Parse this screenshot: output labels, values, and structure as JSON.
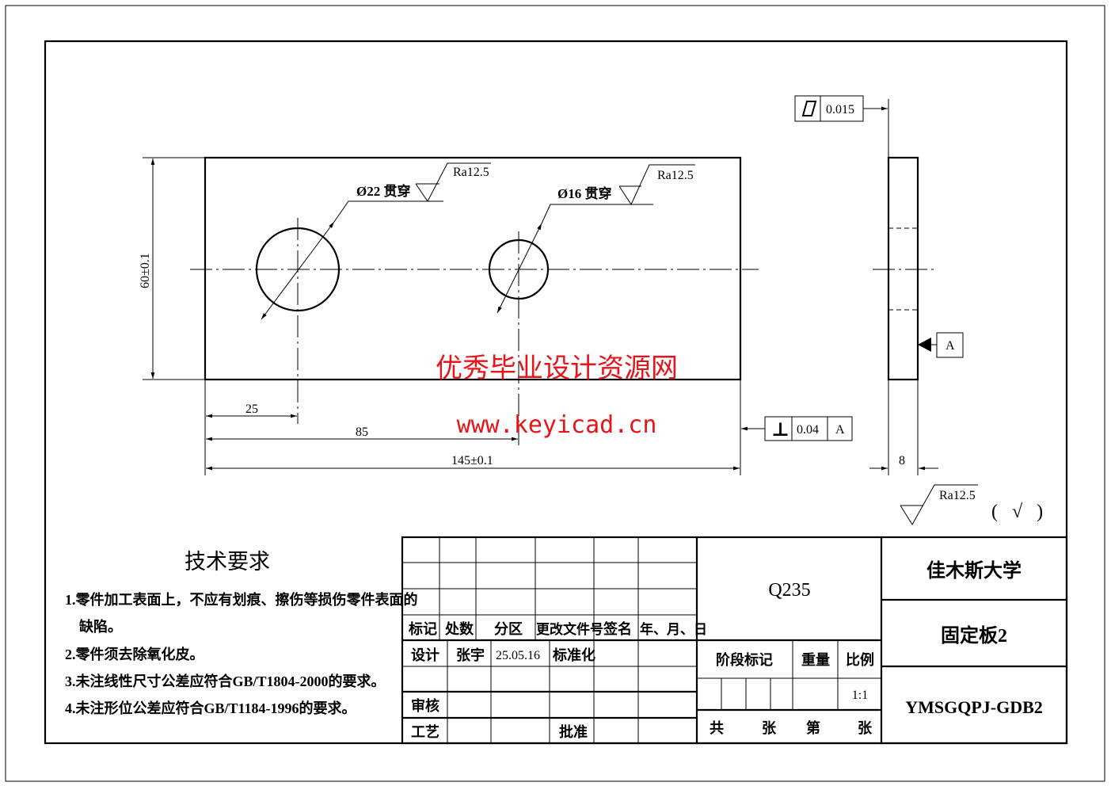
{
  "drawing": {
    "hole1": {
      "label": "Ø22 贯穿",
      "roughness": "Ra12.5"
    },
    "hole2": {
      "label": "Ø16 贯穿",
      "roughness": "Ra12.5"
    },
    "dims": {
      "height": "60±0.1",
      "d25": "25",
      "d85": "85",
      "length": "145±0.1",
      "thickness": "8"
    },
    "flatness": {
      "symbol": "▱",
      "value": "0.015"
    },
    "perpendicularity": {
      "symbol": "⊥",
      "value": "0.04",
      "datum": "A"
    },
    "datum": "A",
    "general_roughness": {
      "value": "Ra12.5",
      "other": "( √ )"
    }
  },
  "watermark": {
    "title": "优秀毕业设计资源网",
    "url": "www.keyicad.cn"
  },
  "requirements": {
    "title": "技术要求",
    "items": [
      "1.零件加工表面上，不应有划痕、擦伤等损伤零件表面的",
      "缺陷。",
      "2.零件须去除氧化皮。",
      "3.未注线性尺寸公差应符合GB/T1804-2000的要求。",
      "4.未注形位公差应符合GB/T1184-1996的要求。"
    ]
  },
  "title_block": {
    "headers": [
      "标记",
      "处数",
      "分区",
      "更改文件号",
      "签名",
      "年、月、日"
    ],
    "design_label": "设计",
    "designer": "张宇",
    "date": "25.05.16",
    "standard_label": "标准化",
    "review_label": "审核",
    "process_label": "工艺",
    "approve_label": "批准",
    "material": "Q235",
    "stage_label": "阶段标记",
    "weight_label": "重量",
    "scale_label": "比例",
    "scale": "1:1",
    "sheets": [
      "共",
      "张",
      "第",
      "张"
    ],
    "school": "佳木斯大学",
    "part_name": "固定板2",
    "drawing_no": "YMSGQPJ-GDB2"
  }
}
